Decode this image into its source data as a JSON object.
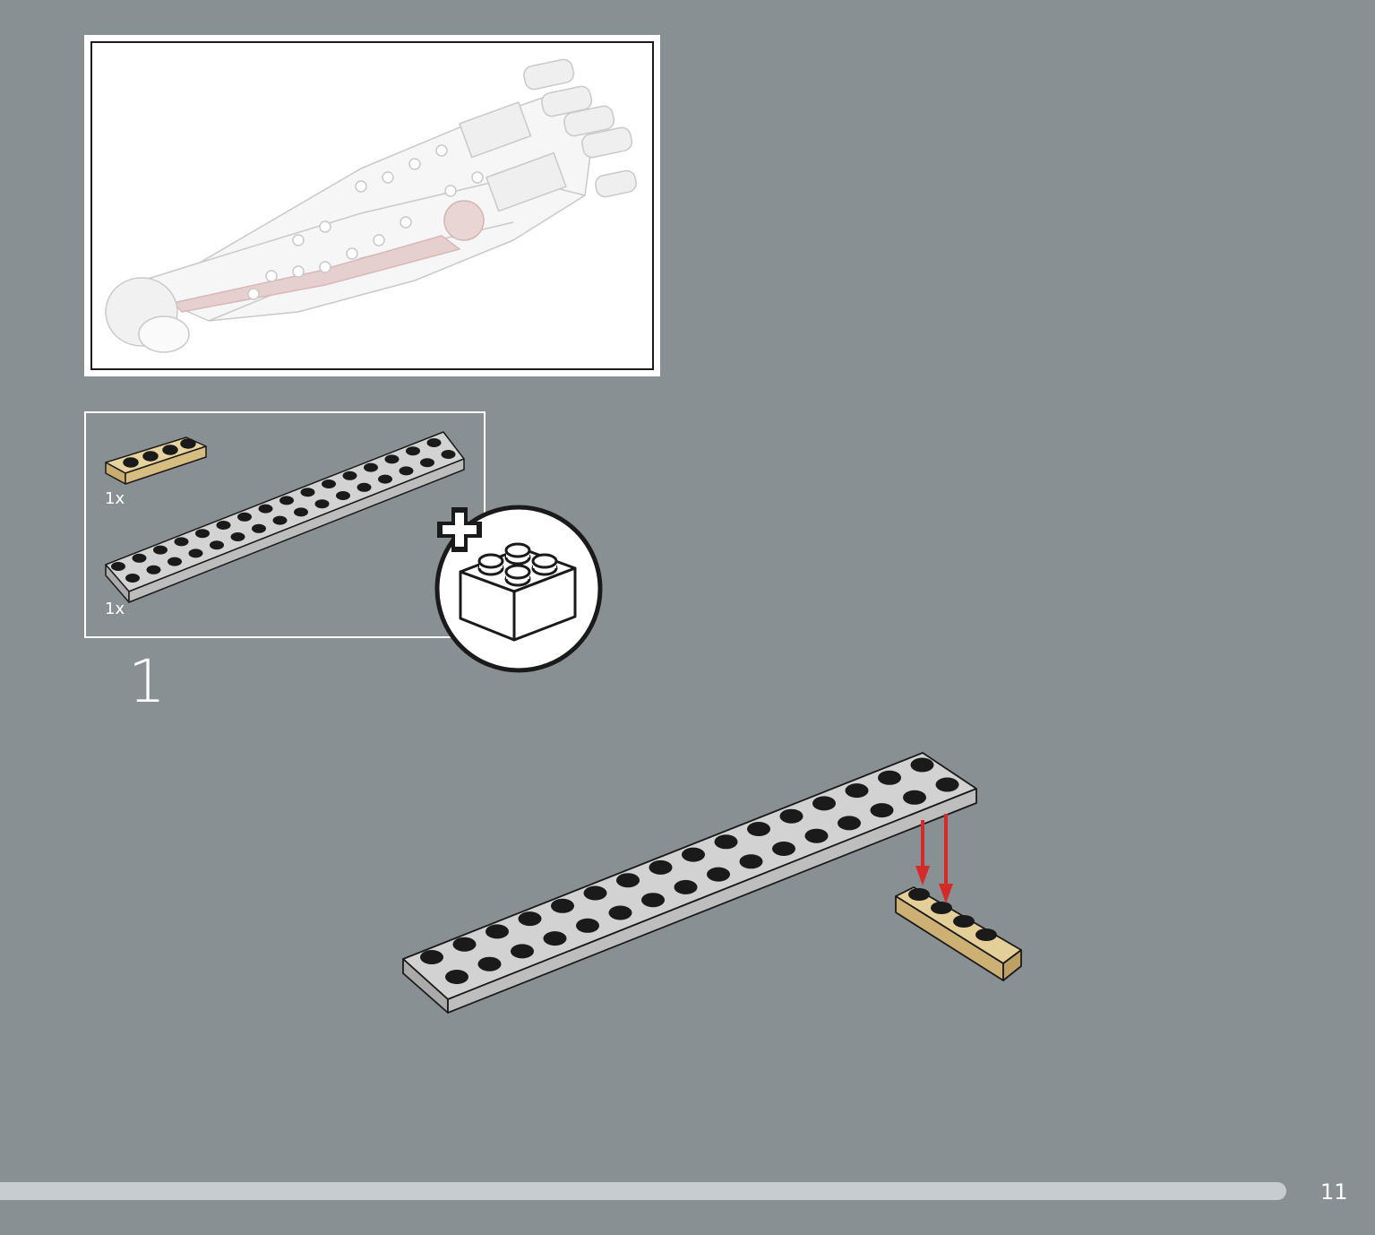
{
  "parts_list": {
    "items": [
      {
        "name": "tan-plate-1x4",
        "quantity": "1x",
        "color": "#dcc58f"
      },
      {
        "name": "gray-plate-2x16",
        "quantity": "1x",
        "color": "#c8c9c8"
      }
    ]
  },
  "step": {
    "number": "1"
  },
  "footer": {
    "page_number": "11"
  },
  "colors": {
    "background": "#899093",
    "plate_gray": "#c8c9c8",
    "plate_tan": "#dcc58f",
    "arrow_red": "#d42a2a",
    "stud_black": "#1a1a1a"
  }
}
